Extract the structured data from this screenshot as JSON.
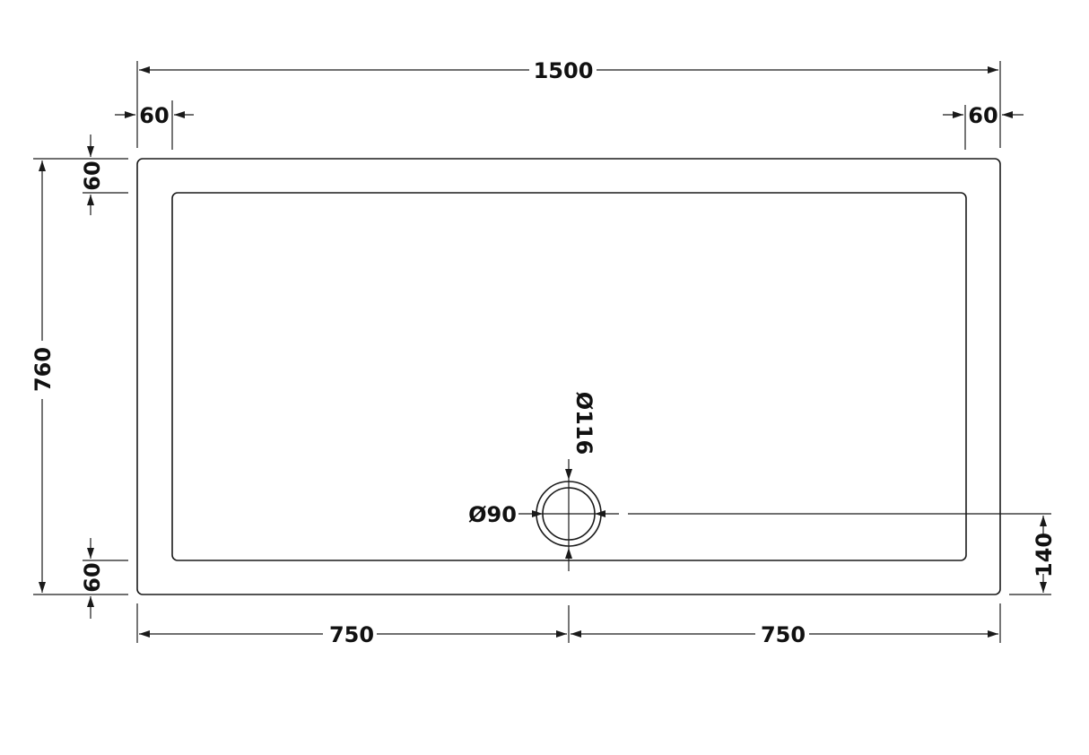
{
  "diagram": {
    "title": "Shower tray dimension drawing",
    "colors": {
      "line": "#1a1a1a",
      "text": "#111111",
      "background": "#ffffff"
    },
    "dimensions": {
      "overall_width": "1500",
      "overall_depth": "760",
      "rim_left": "60",
      "rim_right": "60",
      "rim_top": "60",
      "rim_bottom": "60",
      "waste_offset_left": "750",
      "waste_offset_right": "750",
      "waste_from_bottom": "140",
      "waste_outer_diameter": "Ø116",
      "waste_inner_diameter": "Ø90"
    }
  }
}
